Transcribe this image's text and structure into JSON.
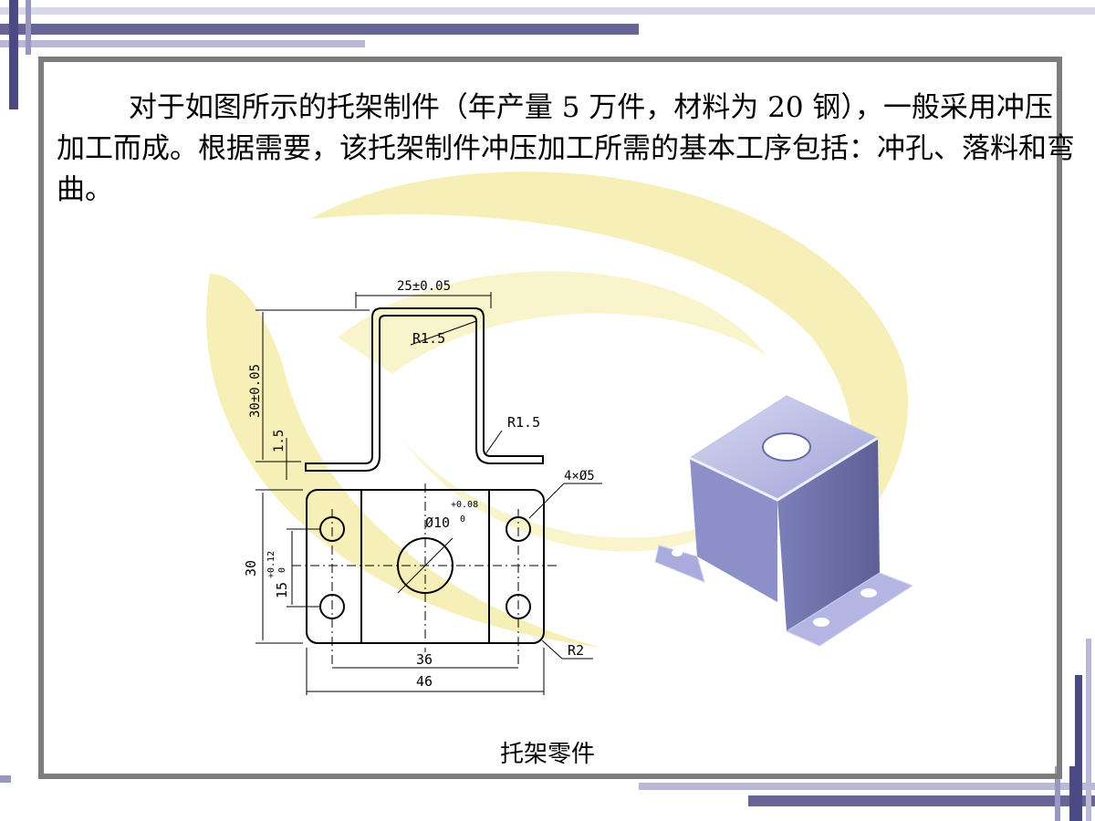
{
  "paragraph": {
    "text": "        对于如图所示的托架制件（年产量 5 万件，材料为 20 钢），一般采用冲压加工而成。根据需要，该托架制件冲压加工所需的基本工序包括：冲孔、落料和弯曲。"
  },
  "drawing": {
    "dim_width_top": "25±0.05",
    "dim_height": "30±0.05",
    "dim_thickness": "1.5",
    "radius_inner": "R1.5",
    "radius_outer": "R1.5",
    "holes_small": "4×Ø5",
    "hole_center": "Ø10",
    "hole_center_tol": "+0.08",
    "hole_center_tol_low": "0",
    "dim_plate_height": "30",
    "dim_hole_spacing": "15",
    "dim_hole_spacing_tol": "+0.12",
    "dim_hole_spacing_tol_low": "0",
    "dim_hole_span": "36",
    "dim_plate_width": "46",
    "corner_radius": "R2"
  },
  "caption": "托架零件",
  "colors": {
    "frame": "#7c7c7c",
    "accent_band": "#4b4a84",
    "swirl": "#f7efb8"
  }
}
